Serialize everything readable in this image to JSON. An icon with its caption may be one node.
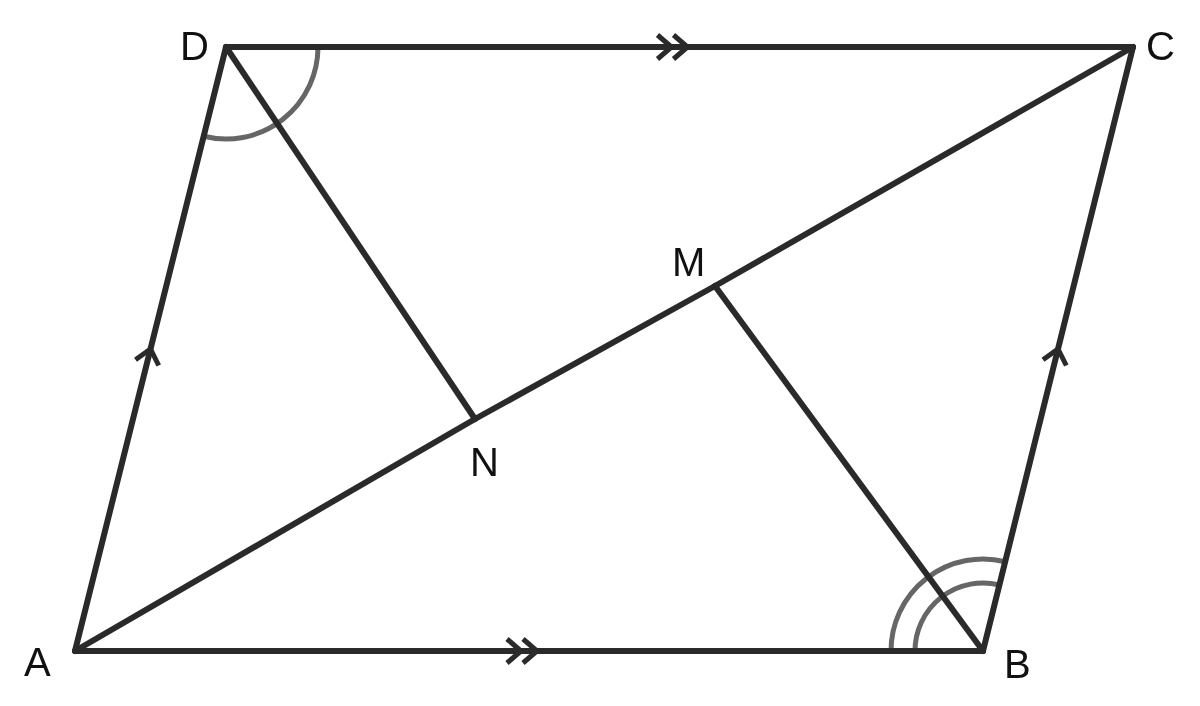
{
  "diagram": {
    "nodes": [
      {
        "text": [
          "D"
        ]
      },
      {
        "text": [
          "C"
        ]
      },
      {
        "text": [
          "M"
        ]
      },
      {
        "text": [
          "N"
        ]
      },
      {
        "text": [
          "A"
        ]
      },
      {
        "text": [
          "B"
        ]
      }
    ],
    "edges": [
      {
        "from": 0,
        "to": 1,
        "arrow": "to"
      },
      {
        "from": 4,
        "to": 0,
        "arrow": "to"
      },
      {
        "from": 5,
        "to": 1,
        "arrow": "to"
      },
      {
        "from": 4,
        "to": 5,
        "arrow": "to"
      },
      {
        "from": 4,
        "to": 3,
        "arrow": "none"
      },
      {
        "from": 3,
        "to": 2,
        "arrow": "none"
      },
      {
        "from": 2,
        "to": 1,
        "arrow": "none"
      },
      {
        "from": 0,
        "to": 3,
        "arrow": "none"
      },
      {
        "from": 2,
        "to": 5,
        "arrow": "none"
      }
    ]
  }
}
